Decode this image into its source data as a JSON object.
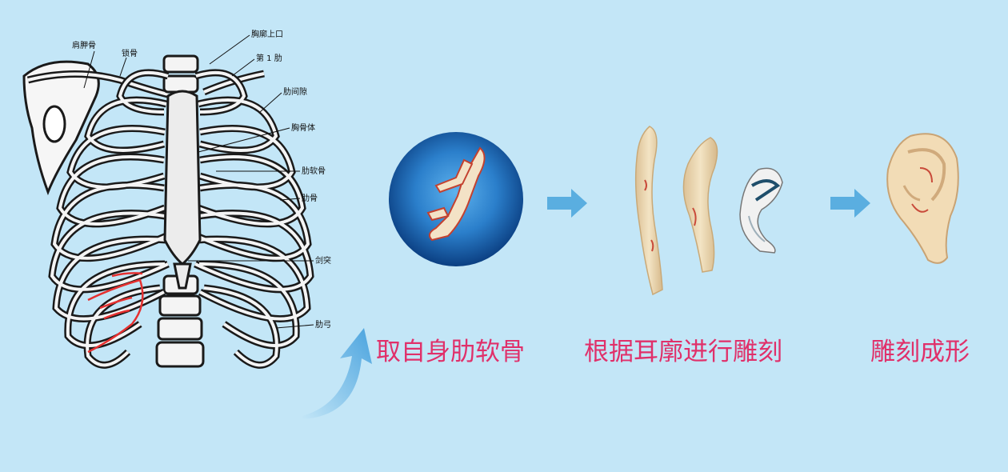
{
  "colors": {
    "background": "#c3e6f7",
    "label_text": "#e0306a",
    "arrow": "#5aaee0",
    "bone_outline": "#1a1a1a",
    "bone_fill": "#f4f4f4",
    "highlight_red": "#e53030",
    "disc_outer": "#0d4f96",
    "disc_inner": "#3c96dc",
    "cartilage": "#efd9b4",
    "cartilage_stain": "#c94a3a"
  },
  "ribcage": {
    "labels": [
      "肩胛骨",
      "锁骨",
      "胸廓上口",
      "第 1 肋",
      "肋间隙",
      "胸骨体",
      "肋软骨",
      "肋骨",
      "剑突",
      "肋弓"
    ]
  },
  "steps": [
    {
      "label": "取自身肋软骨"
    },
    {
      "label": "根据耳廓进行雕刻"
    },
    {
      "label": "雕刻成形"
    }
  ],
  "icons": {
    "curved_arrow": "curved-up-arrow-icon",
    "step_arrow": "right-arrow-icon"
  }
}
